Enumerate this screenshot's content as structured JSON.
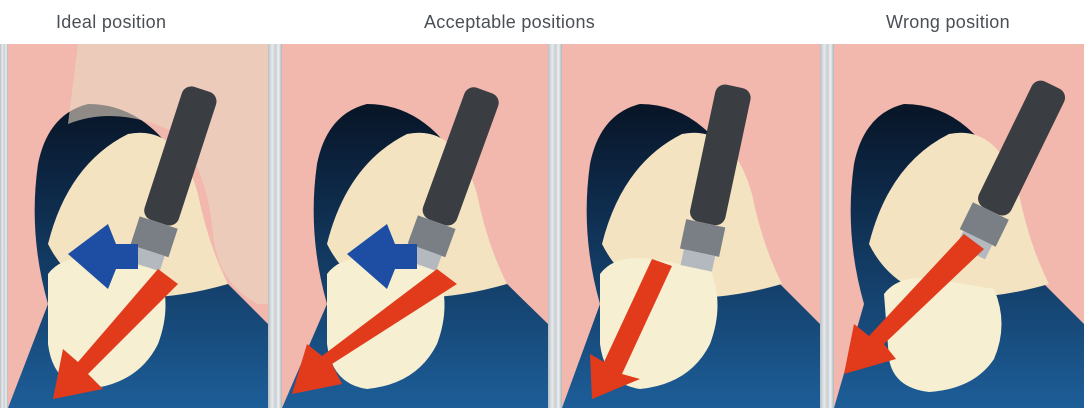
{
  "headings": {
    "ideal": "Ideal position",
    "acceptable": "Acceptable positions",
    "wrong": "Wrong position"
  },
  "panels": [
    {
      "id": "ideal",
      "implant_tilt_deg": 18,
      "has_blue_arrow": true
    },
    {
      "id": "acceptable-1",
      "implant_tilt_deg": 20,
      "has_blue_arrow": true
    },
    {
      "id": "acceptable-2",
      "implant_tilt_deg": 12,
      "has_blue_arrow": false
    },
    {
      "id": "wrong",
      "implant_tilt_deg": 26,
      "has_blue_arrow": false
    }
  ],
  "colors": {
    "background_top": "#050b16",
    "background_bottom": "#1d5e99",
    "gum": "#f2b7ad",
    "bone": "#f6efd2",
    "implant": "#3a3d42",
    "force_arrow": "#e23b1c",
    "lateral_arrow": "#1d4ea3"
  }
}
